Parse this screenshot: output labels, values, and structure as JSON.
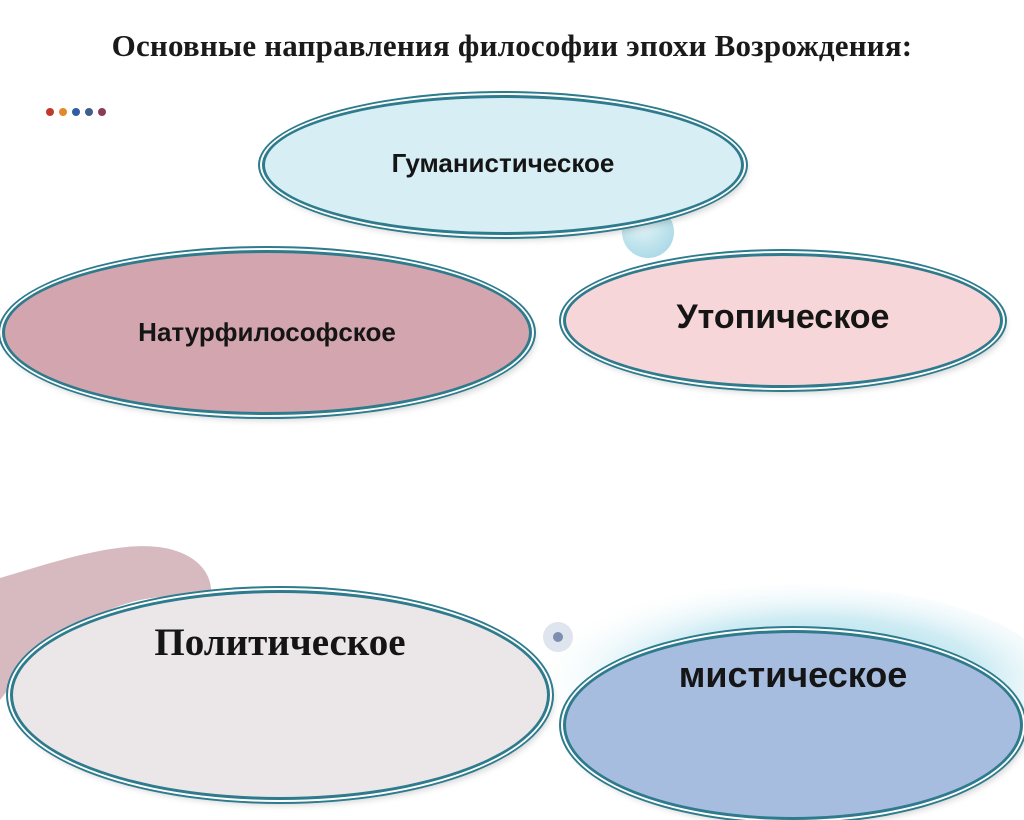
{
  "slide": {
    "title": "Основные направления философии эпохи Возрождения:"
  },
  "colors": {
    "border": "#2d7b8c",
    "dots": [
      "#c0392b",
      "#e08a2e",
      "#2f5fa0",
      "#3e5f8a",
      "#8b3a5a"
    ],
    "humanistic_fill": "#d7eef4",
    "naturphilosophy_fill": "#d3a5ae",
    "utopian_fill": "#f6d6d9",
    "political_fill": "#ebe6e8",
    "mystical_fill": "#a6bde0"
  },
  "diagram": {
    "nodes": [
      {
        "id": "humanistic",
        "label": "Гуманистическое"
      },
      {
        "id": "naturphilosophy",
        "label": "Натурфилософское"
      },
      {
        "id": "utopian",
        "label": "Утопическое"
      },
      {
        "id": "political",
        "label": "Политическое"
      },
      {
        "id": "mystical",
        "label": "мистическое"
      }
    ]
  }
}
